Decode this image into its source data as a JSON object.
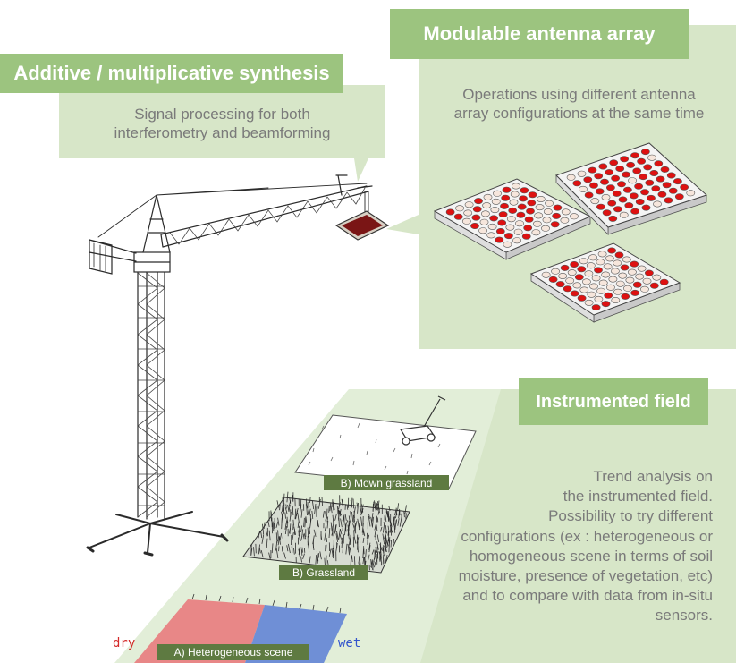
{
  "synthesis": {
    "title": "Additive / multiplicative synthesis",
    "description_lines": [
      "Signal processing for both",
      "interferometry and beamforming"
    ]
  },
  "antenna": {
    "title": "Modulable antenna array",
    "description_lines": [
      "Operations using different antenna",
      "array configurations at the same time"
    ]
  },
  "field": {
    "title": "Instrumented field",
    "description_lines": [
      "Trend analysis on",
      "the instrumented field.",
      "Possibility to try different",
      "configurations (ex : heterogeneous or",
      "homogeneous scene in terms of soil",
      "moisture, presence of vegetation, etc)",
      "and to compare with data from in-situ",
      "sensors."
    ]
  },
  "scenes": {
    "mown": "B) Mown grassland",
    "grass": "B) Grassland",
    "hetero": "A) Heterogeneous scene",
    "dry": "dry",
    "wet": "wet"
  },
  "colors": {
    "panel": "#d7e6c8",
    "tag": "#9cc47f",
    "label": "#5e7a41",
    "antenna_on": "#dd1111",
    "antenna_off": "#f6e6dc",
    "dry": "#e88787",
    "wet": "#6f8fd6"
  }
}
